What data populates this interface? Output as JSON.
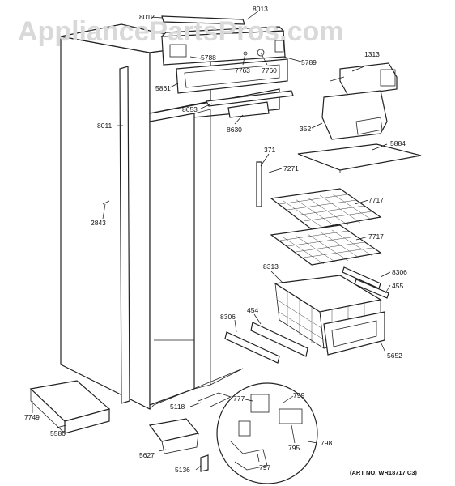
{
  "watermark": "AppliancePartsPros.com",
  "art_number": "(ART NO. WR18717 C3)",
  "labels": [
    {
      "id": "8012",
      "text": "8012"
    },
    {
      "id": "8013",
      "text": "8013"
    },
    {
      "id": "5788",
      "text": "5788"
    },
    {
      "id": "5789",
      "text": "5789"
    },
    {
      "id": "7763",
      "text": "7763"
    },
    {
      "id": "7760",
      "text": "7760"
    },
    {
      "id": "1313",
      "text": "1313"
    },
    {
      "id": "5861",
      "text": "5861"
    },
    {
      "id": "8653",
      "text": "8653"
    },
    {
      "id": "8630",
      "text": "8630"
    },
    {
      "id": "352",
      "text": "352"
    },
    {
      "id": "8011",
      "text": "8011"
    },
    {
      "id": "371",
      "text": "371"
    },
    {
      "id": "5884",
      "text": "5884"
    },
    {
      "id": "7271",
      "text": "7271"
    },
    {
      "id": "7717a",
      "text": "7717"
    },
    {
      "id": "2843",
      "text": "2843"
    },
    {
      "id": "7717b",
      "text": "7717"
    },
    {
      "id": "8313",
      "text": "8313"
    },
    {
      "id": "8306a",
      "text": "8306"
    },
    {
      "id": "455",
      "text": "455"
    },
    {
      "id": "454",
      "text": "454"
    },
    {
      "id": "8306b",
      "text": "8306"
    },
    {
      "id": "5652",
      "text": "5652"
    },
    {
      "id": "777",
      "text": "777"
    },
    {
      "id": "799",
      "text": "799"
    },
    {
      "id": "5118",
      "text": "5118"
    },
    {
      "id": "7749",
      "text": "7749"
    },
    {
      "id": "5586",
      "text": "5586"
    },
    {
      "id": "5627",
      "text": "5627"
    },
    {
      "id": "795",
      "text": "795"
    },
    {
      "id": "798",
      "text": "798"
    },
    {
      "id": "797",
      "text": "797"
    },
    {
      "id": "5136",
      "text": "5136"
    }
  ]
}
